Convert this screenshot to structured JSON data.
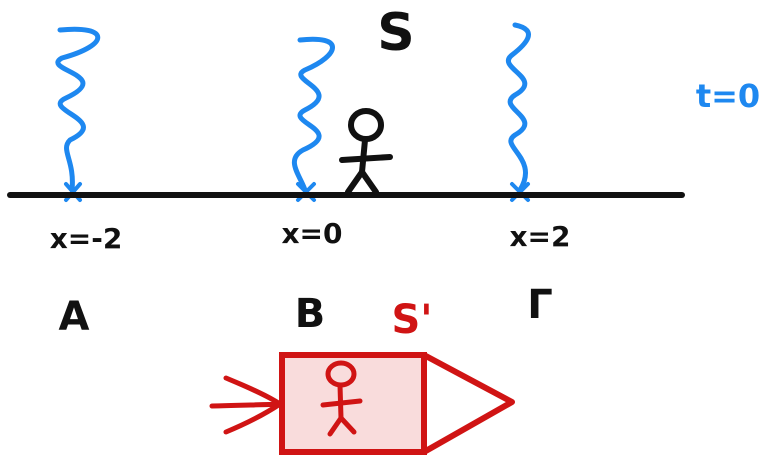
{
  "frame_label": "S",
  "time_label": "t=0",
  "colors": {
    "ink": "#111111",
    "light": "#1e88f0",
    "rocket": "#d01414",
    "rocket_fill": "#f9dcdc"
  },
  "events": [
    {
      "position_label": "x=-2",
      "point_label": "A"
    },
    {
      "position_label": "x=0",
      "point_label": "B"
    },
    {
      "position_label": "x=2",
      "point_label": "Γ"
    }
  ],
  "moving_frame_label": "S'"
}
